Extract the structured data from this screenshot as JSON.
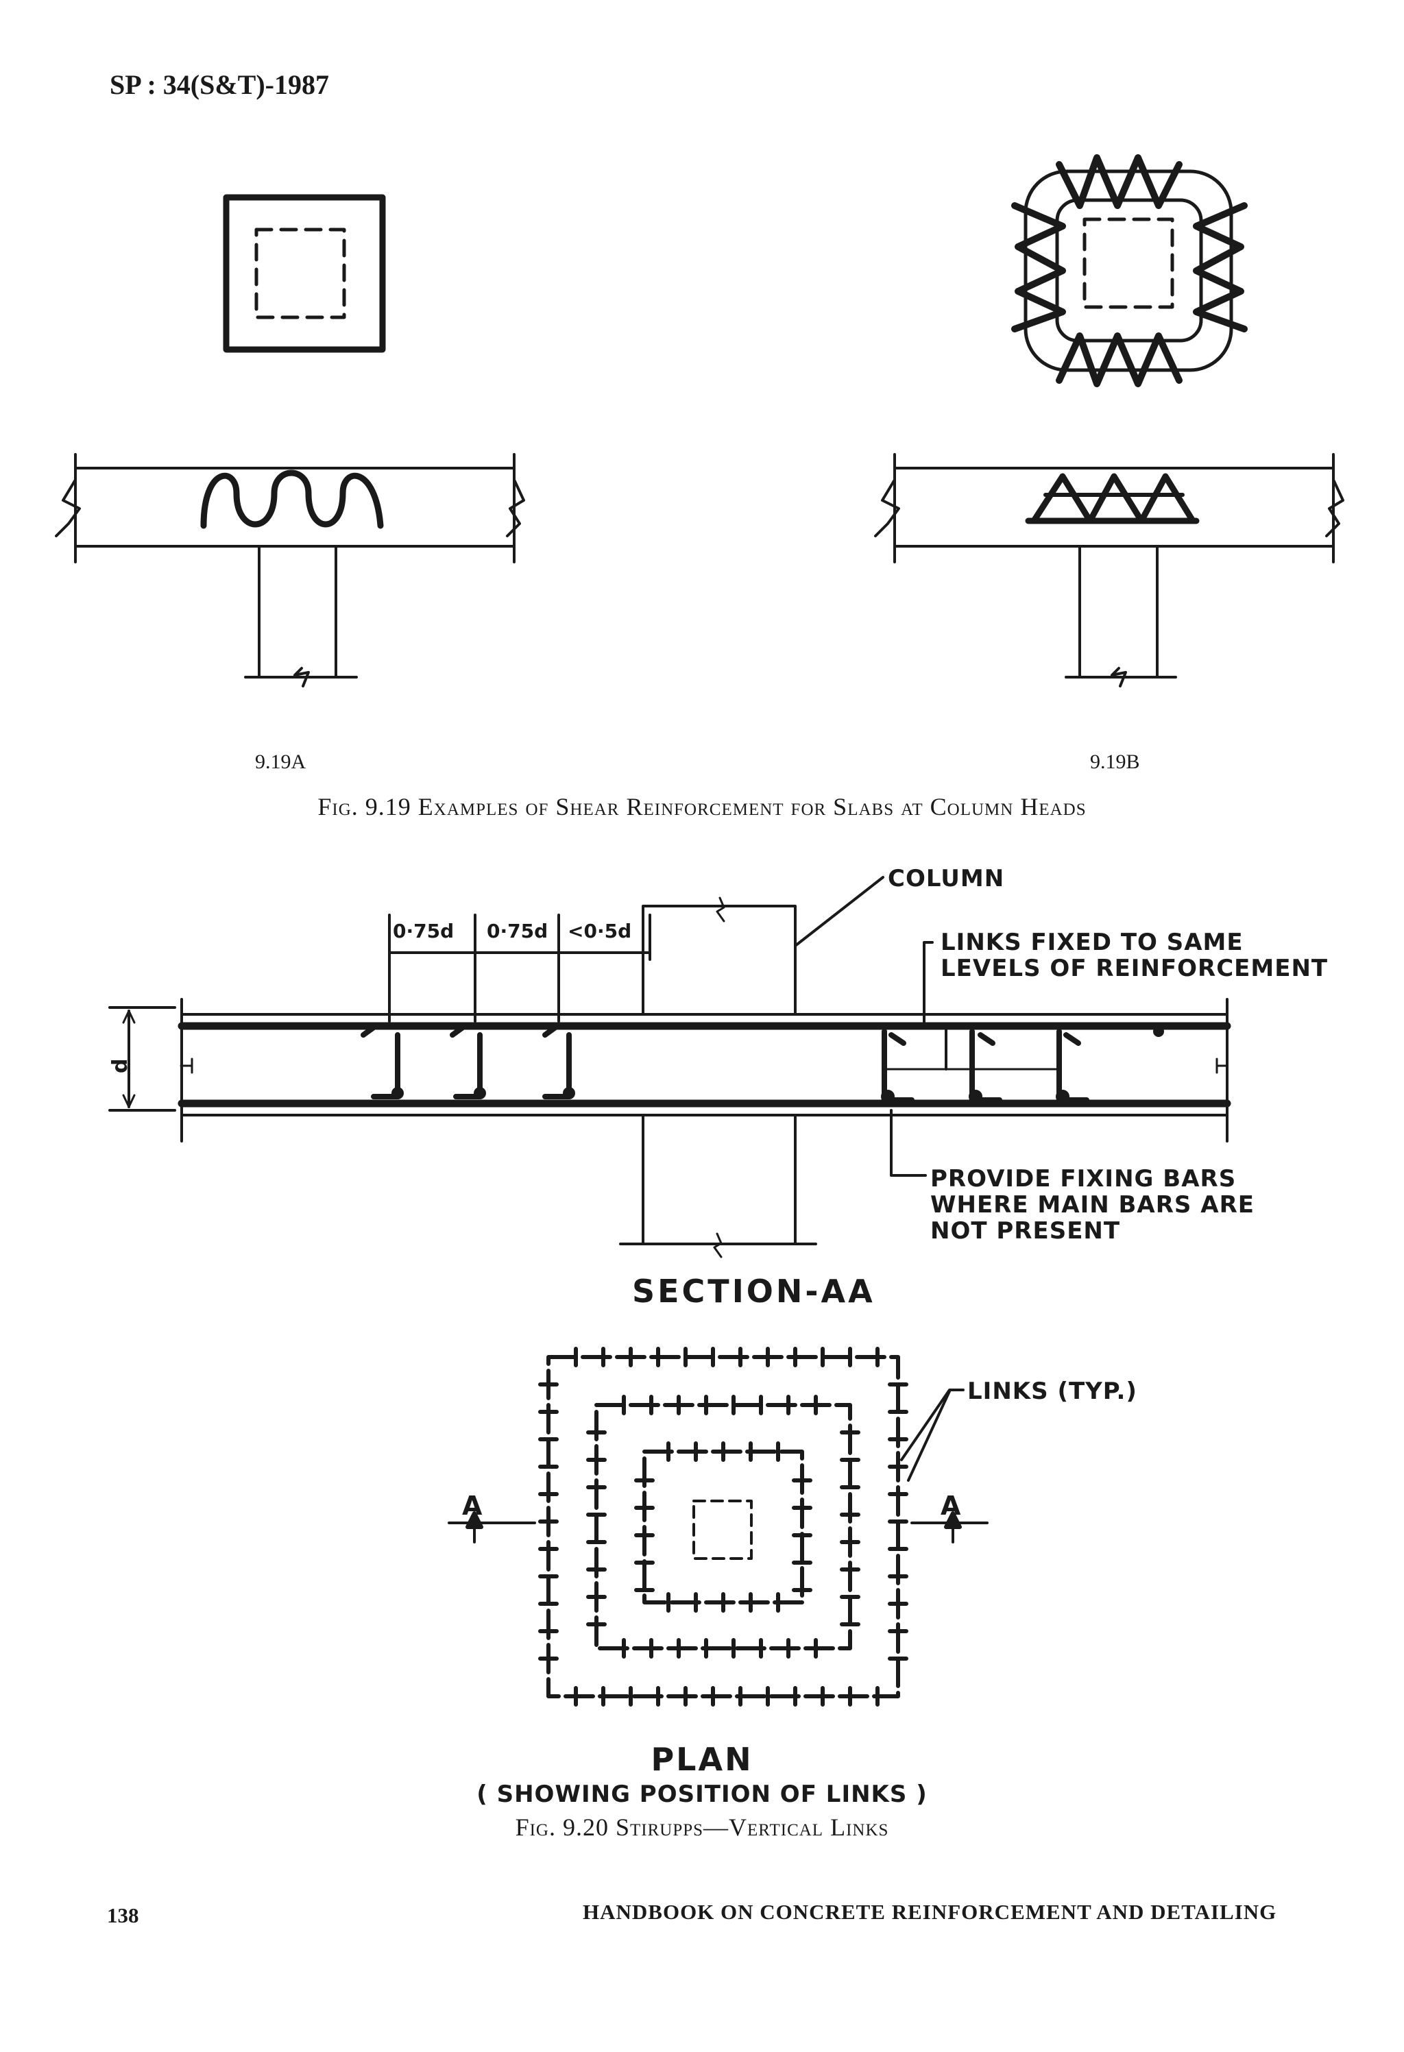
{
  "header": {
    "code": "SP : 34(S&T)-1987"
  },
  "figure_9_19": {
    "sub_label_a": "9.19A",
    "sub_label_b": "9.19B",
    "caption": "Fig. 9.19 Examples of Shear Reinforcement for Slabs at Column Heads"
  },
  "figure_9_20": {
    "labels": {
      "column": "COLUMN",
      "links_fixed_line1": "LINKS FIXED TO SAME",
      "links_fixed_line2": "LEVELS OF REINFORCEMENT",
      "fixing_line1": "PROVIDE FIXING BARS",
      "fixing_line2": "WHERE MAIN BARS ARE",
      "fixing_line3": "NOT PRESENT",
      "links_typ": "LINKS (TYP.)"
    },
    "dimensions": {
      "spacing_1": "0·75d",
      "spacing_2": "0·75d",
      "spacing_3": "<0·5d",
      "depth": "d"
    },
    "section_title": "SECTION-AA",
    "plan_title": "PLAN",
    "plan_subtitle": "( SHOWING POSITION OF LINKS )",
    "section_marker": "A",
    "caption": "Fig. 9.20 Stirupps—Vertical Links"
  },
  "footer": {
    "page_number": "138",
    "book_title": "HANDBOOK ON CONCRETE REINFORCEMENT AND DETAILING"
  }
}
